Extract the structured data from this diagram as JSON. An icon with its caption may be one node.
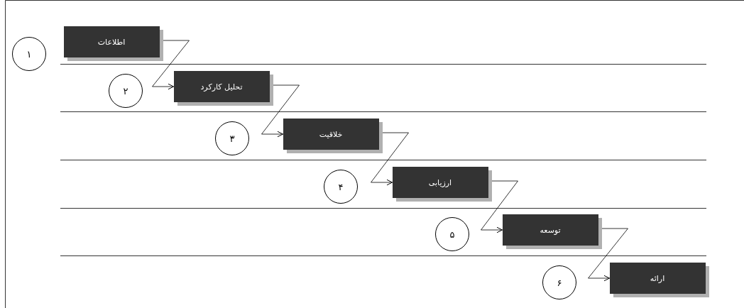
{
  "diagram": {
    "nodes": [
      {
        "text": [
          "۱"
        ]
      },
      {
        "text": [
          "اطلاعات"
        ]
      },
      {
        "text": [
          "۲"
        ]
      },
      {
        "text": [
          "تحلیل کارکرد"
        ]
      },
      {
        "text": [
          "۳"
        ]
      },
      {
        "text": [
          "خلاقیت"
        ]
      },
      {
        "text": [
          "۴"
        ]
      },
      {
        "text": [
          "ارزیابی"
        ]
      },
      {
        "text": [
          "۵"
        ]
      },
      {
        "text": [
          "توسعه"
        ]
      },
      {
        "text": [
          "۶"
        ]
      },
      {
        "text": [
          "ارائه"
        ]
      }
    ],
    "edges": [
      {
        "from": 1,
        "to": 3,
        "arrow": "to"
      },
      {
        "from": 3,
        "to": 5,
        "arrow": "to"
      },
      {
        "from": 5,
        "to": 7,
        "arrow": "to"
      },
      {
        "from": 7,
        "to": 9,
        "arrow": "to"
      },
      {
        "from": 9,
        "to": 11,
        "arrow": "to"
      }
    ]
  }
}
